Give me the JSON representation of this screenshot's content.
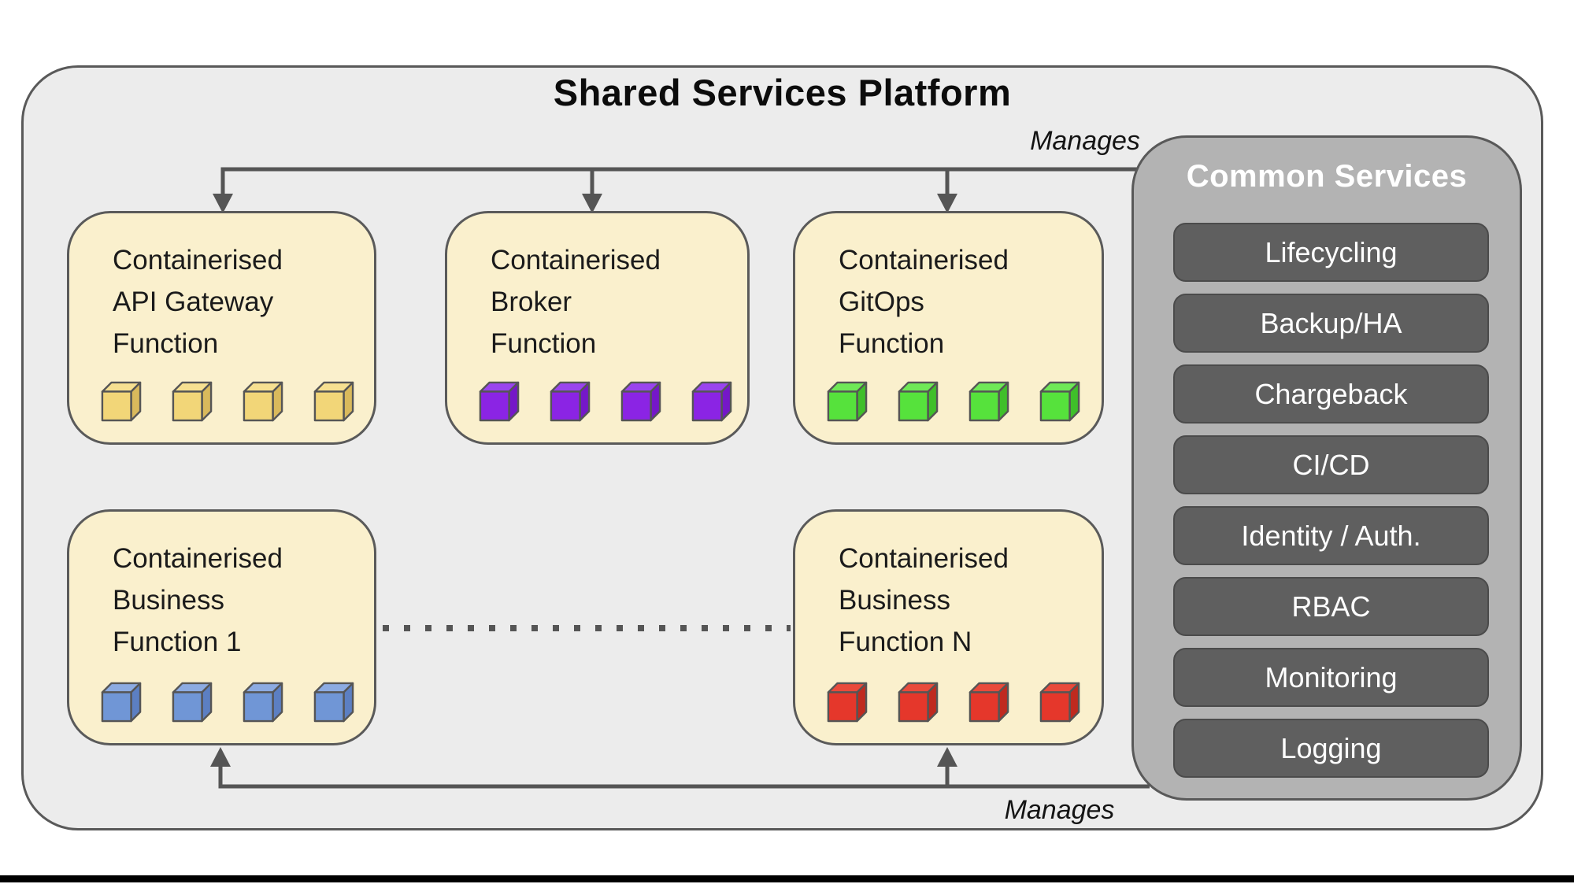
{
  "platform": {
    "title": "Shared Services Platform",
    "manages_top": "Manages",
    "manages_bottom": "Manages"
  },
  "function_boxes": [
    {
      "id": "api-gateway",
      "lines": [
        "Containerised",
        "API Gateway",
        "Function"
      ],
      "cube_count": 4,
      "cube_colors": {
        "front": "#f2d678",
        "top": "#f6e091",
        "side": "#d9b95c"
      }
    },
    {
      "id": "broker",
      "lines": [
        "Containerised",
        "Broker",
        "Function"
      ],
      "cube_count": 4,
      "cube_colors": {
        "front": "#8b24e4",
        "top": "#9a44ef",
        "side": "#7517c8"
      }
    },
    {
      "id": "gitops",
      "lines": [
        "Containerised",
        "GitOps",
        "Function"
      ],
      "cube_count": 4,
      "cube_colors": {
        "front": "#56e23c",
        "top": "#6fe957",
        "side": "#3fbf2a"
      }
    },
    {
      "id": "business-1",
      "lines": [
        "Containerised",
        "Business",
        "Function 1"
      ],
      "cube_count": 4,
      "cube_colors": {
        "front": "#7096d6",
        "top": "#8cabe2",
        "side": "#5c7fc2"
      }
    },
    {
      "id": "business-n",
      "lines": [
        "Containerised",
        "Business",
        "Function N"
      ],
      "cube_count": 4,
      "cube_colors": {
        "front": "#e5372b",
        "top": "#e94a3b",
        "side": "#bf2a1f"
      }
    }
  ],
  "common_services": {
    "title": "Common Services",
    "items": [
      "Lifecycling",
      "Backup/HA",
      "Chargeback",
      "CI/CD",
      "Identity / Auth.",
      "RBAC",
      "Monitoring",
      "Logging"
    ]
  },
  "colors": {
    "platform_fill": "#ececec",
    "platform_border": "#595959",
    "function_box_fill": "#faf0cd",
    "panel_fill": "#b3b3b3",
    "service_button_fill": "#5f5f5f",
    "connector": "#555555",
    "bottom_bar": "#000000"
  }
}
